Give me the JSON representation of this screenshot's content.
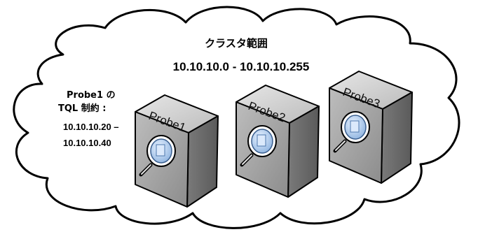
{
  "cluster": {
    "title": "クラスタ範囲",
    "range": "10.10.10.0 - 10.10.10.255"
  },
  "constraint": {
    "line1": "Probe1 の",
    "line2": "TQL 制約 :",
    "ip_start": "10.10.10.20 –",
    "ip_end": "10.10.10.40"
  },
  "probes": [
    {
      "label": "Probe1",
      "icon": "magnifier-icon"
    },
    {
      "label": "Probe2",
      "icon": "magnifier-icon"
    },
    {
      "label": "Probe3",
      "icon": "magnifier-icon"
    }
  ],
  "colors": {
    "outline": "#000000",
    "server_front": "#9a9a9a",
    "server_side": "#6f6f6f",
    "server_top": "#d4d4d4",
    "lens": "#b9d3f0"
  }
}
